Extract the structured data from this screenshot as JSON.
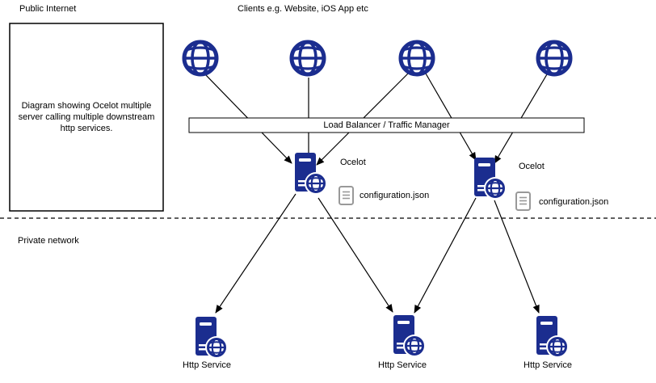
{
  "titles": {
    "public_internet": "Public Internet",
    "clients": "Clients e.g. Website, iOS App etc",
    "private_network": "Private network"
  },
  "description_box": {
    "text": "Diagram showing Ocelot multiple server calling multiple downstream http services."
  },
  "load_balancer": {
    "label": "Load Balancer / Traffic Manager"
  },
  "clients": [
    {
      "icon": "globe-icon"
    },
    {
      "icon": "globe-icon"
    },
    {
      "icon": "globe-icon"
    },
    {
      "icon": "globe-icon"
    }
  ],
  "ocelots": [
    {
      "label": "Ocelot",
      "config_label": "configuration.json",
      "icon": "server-globe-icon",
      "config_icon": "document-icon"
    },
    {
      "label": "Ocelot",
      "config_label": "configuration.json",
      "icon": "server-globe-icon",
      "config_icon": "document-icon"
    }
  ],
  "services": [
    {
      "label": "Http Service",
      "icon": "server-globe-icon"
    },
    {
      "label": "Http Service",
      "icon": "server-globe-icon"
    },
    {
      "label": "Http Service",
      "icon": "server-globe-icon"
    }
  ],
  "colors": {
    "icon_navy": "#1b2d8f",
    "document_gray": "#999999",
    "line_black": "#000000",
    "background": "#ffffff"
  }
}
